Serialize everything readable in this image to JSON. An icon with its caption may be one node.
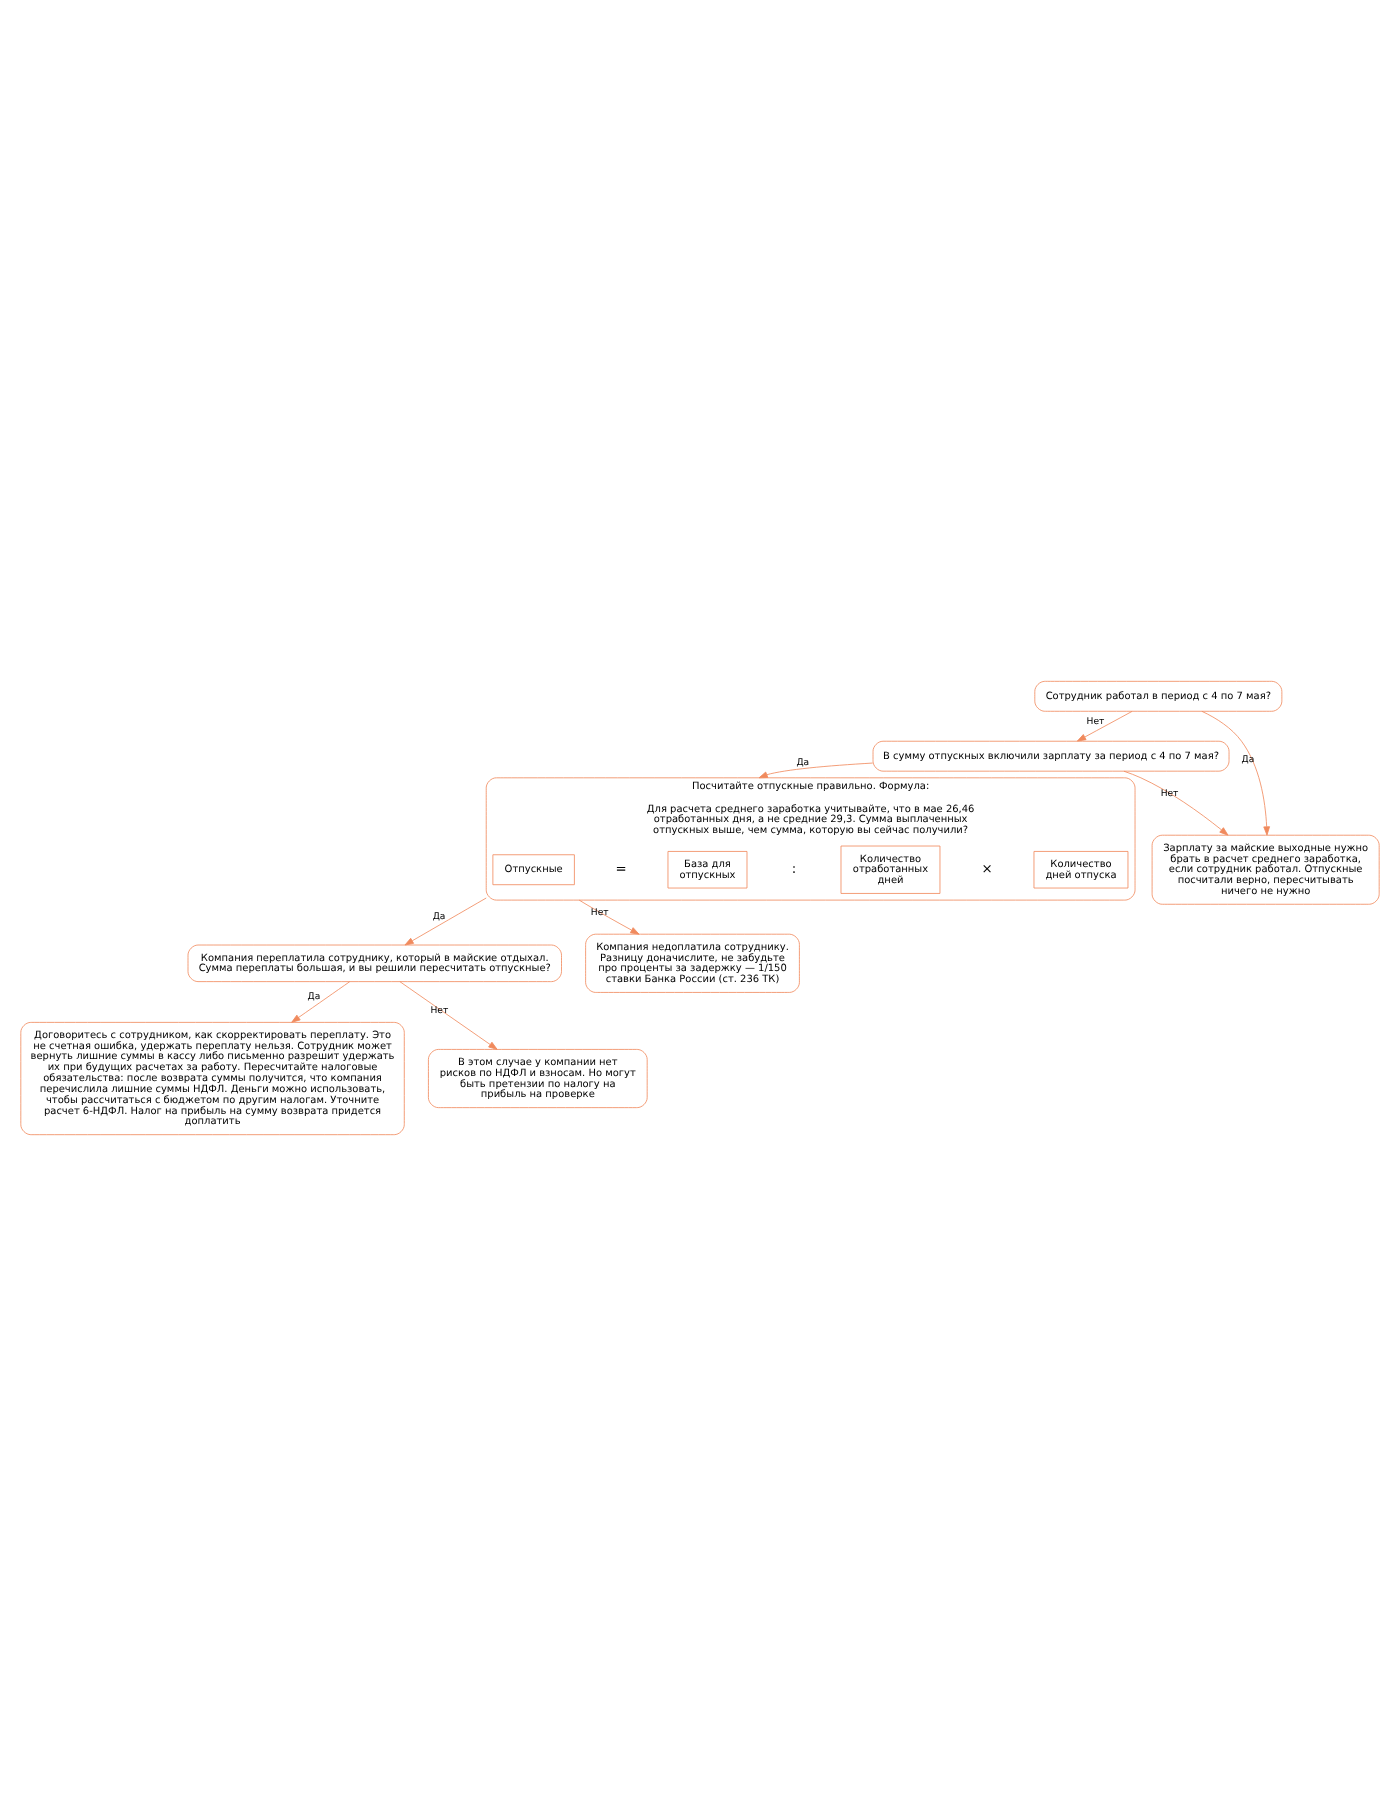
{
  "diagram": {
    "nodes": [
      {
        "text": [
          "Сотрудник работал в период с 4 по 7 мая?"
        ]
      },
      {
        "text": [
          "В сумму отпускных включили зарплату за период с 4 по 7 мая?"
        ]
      },
      {
        "text": [
          "Посчитайте отпускные правильно. Формула:",
          "Для расчета среднего заработка учитывайте, что в мае 26,46 отработанных дня, а не средние 29,3. Сумма выплаченных отпускных выше, чем сумма, которую вы сейчас получили?"
        ]
      },
      {
        "text": [
          "Отпускные"
        ],
        "in": 2
      },
      {
        "text": [
          "База для отпускных"
        ],
        "in": 2
      },
      {
        "text": [
          "Количество отработанных дней"
        ],
        "in": 2
      },
      {
        "text": [
          "Количество дней отпуска"
        ],
        "in": 2
      },
      {
        "text": [
          "Зарплату за майские выходные нужно брать в расчет среднего заработка, если сотрудник работал. Отпускные посчитали верно, пересчитывать ничего не нужно"
        ]
      },
      {
        "text": [
          "Компания переплатила сотруднику, который в майские отдыхал. Сумма переплаты большая, и вы решили пересчитать отпускные?"
        ]
      },
      {
        "text": [
          "Компания недоплатила сотруднику. Разницу доначислите, не забудьте про проценты за задержку — 1/150 ставки Банка России (ст. 236 ТК)"
        ]
      },
      {
        "text": [
          "Договоритесь с сотрудником, как скорректировать переплату. Это не счетная ошибка, удержать переплату нельзя. Сотрудник может вернуть лишние суммы в кассу либо письменно разрешит удержать их при будущих расчетах за работу. Пересчитайте налоговые обязательства: после возврата суммы получится, что компания перечислила лишние суммы НДФЛ. Деньги можно использовать, чтобы рассчитаться с бюджетом по другим налогам. Уточните расчет 6-НДФЛ. Налог на прибыль на сумму возврата придется доплатить"
        ]
      },
      {
        "text": [
          "В этом случае у компании нет рисков по НДФЛ и взносам. Но могут быть претензии по налогу на прибыль на проверке"
        ]
      }
    ],
    "edges": [
      {
        "from": 0,
        "to": 1,
        "arrow": "to",
        "label": "Нет"
      },
      {
        "from": 0,
        "to": 7,
        "arrow": "to",
        "label": "Да"
      },
      {
        "from": 1,
        "to": 2,
        "arrow": "to",
        "label": "Да"
      },
      {
        "from": 1,
        "to": 7,
        "arrow": "to",
        "label": "Нет"
      },
      {
        "from": 2,
        "to": 8,
        "arrow": "to",
        "label": "Да"
      },
      {
        "from": 2,
        "to": 9,
        "arrow": "to",
        "label": "Нет"
      },
      {
        "from": 8,
        "to": 10,
        "arrow": "to",
        "label": "Да"
      },
      {
        "from": 8,
        "to": 11,
        "arrow": "to",
        "label": "Нет"
      }
    ],
    "labels": [
      "=",
      ":",
      "×"
    ]
  }
}
